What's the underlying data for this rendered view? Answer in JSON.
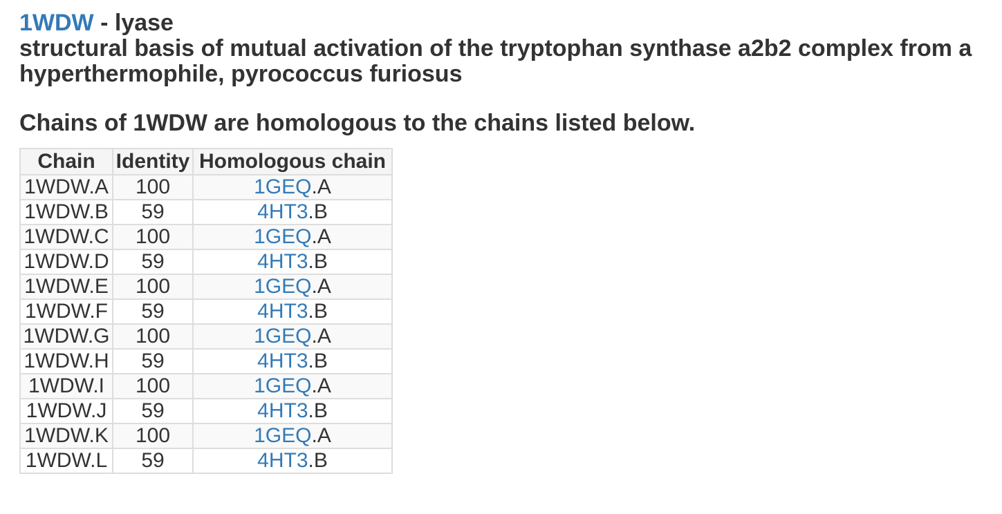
{
  "header": {
    "pdb_id": "1WDW",
    "separator": " - ",
    "classification": "lyase",
    "description": "structural basis of mutual activation of the tryptophan synthase a2b2 complex from a hyperthermophile, pyrococcus furiosus"
  },
  "intro": "Chains of 1WDW are homologous to the chains listed below.",
  "table": {
    "columns": [
      "Chain",
      "Identity",
      "Homologous chain"
    ],
    "rows": [
      {
        "chain": "1WDW.A",
        "identity": "100",
        "homolog_id": "1GEQ",
        "homolog_suffix": ".A"
      },
      {
        "chain": "1WDW.B",
        "identity": "59",
        "homolog_id": "4HT3",
        "homolog_suffix": ".B"
      },
      {
        "chain": "1WDW.C",
        "identity": "100",
        "homolog_id": "1GEQ",
        "homolog_suffix": ".A"
      },
      {
        "chain": "1WDW.D",
        "identity": "59",
        "homolog_id": "4HT3",
        "homolog_suffix": ".B"
      },
      {
        "chain": "1WDW.E",
        "identity": "100",
        "homolog_id": "1GEQ",
        "homolog_suffix": ".A"
      },
      {
        "chain": "1WDW.F",
        "identity": "59",
        "homolog_id": "4HT3",
        "homolog_suffix": ".B"
      },
      {
        "chain": "1WDW.G",
        "identity": "100",
        "homolog_id": "1GEQ",
        "homolog_suffix": ".A"
      },
      {
        "chain": "1WDW.H",
        "identity": "59",
        "homolog_id": "4HT3",
        "homolog_suffix": ".B"
      },
      {
        "chain": "1WDW.I",
        "identity": "100",
        "homolog_id": "1GEQ",
        "homolog_suffix": ".A"
      },
      {
        "chain": "1WDW.J",
        "identity": "59",
        "homolog_id": "4HT3",
        "homolog_suffix": ".B"
      },
      {
        "chain": "1WDW.K",
        "identity": "100",
        "homolog_id": "1GEQ",
        "homolog_suffix": ".A"
      },
      {
        "chain": "1WDW.L",
        "identity": "59",
        "homolog_id": "4HT3",
        "homolog_suffix": ".B"
      }
    ]
  },
  "colors": {
    "link": "#337ab7",
    "text": "#333333",
    "border": "#dddddd"
  }
}
